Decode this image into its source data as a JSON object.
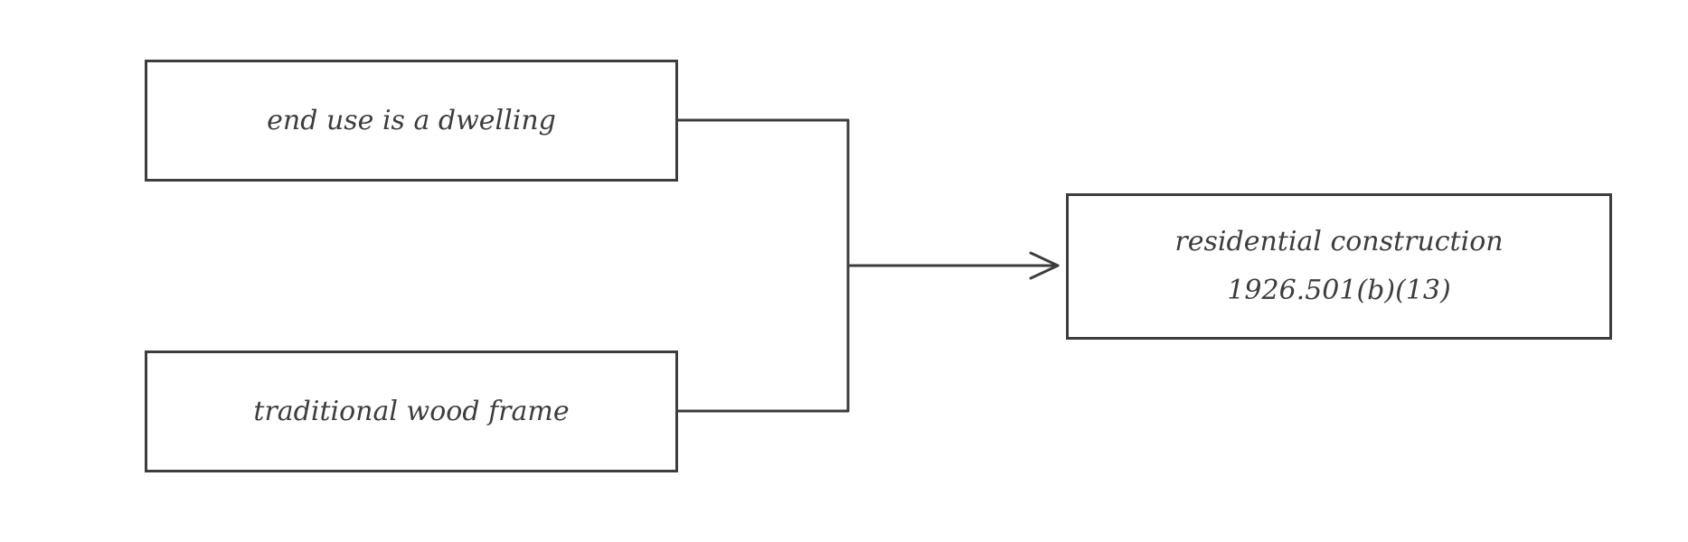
{
  "diagram": {
    "nodes": {
      "end_use": {
        "label": "end use is a dwelling"
      },
      "wood_frame": {
        "label": "traditional wood frame"
      },
      "result": {
        "line1": "residential construction",
        "line2": "1926.501(b)(13)"
      }
    },
    "edges": [
      {
        "from": "end_use",
        "to": "result"
      },
      {
        "from": "wood_frame",
        "to": "result"
      }
    ],
    "colors": {
      "stroke": "#3d3d3d",
      "background": "#ffffff",
      "text": "#3d3d3d"
    }
  }
}
